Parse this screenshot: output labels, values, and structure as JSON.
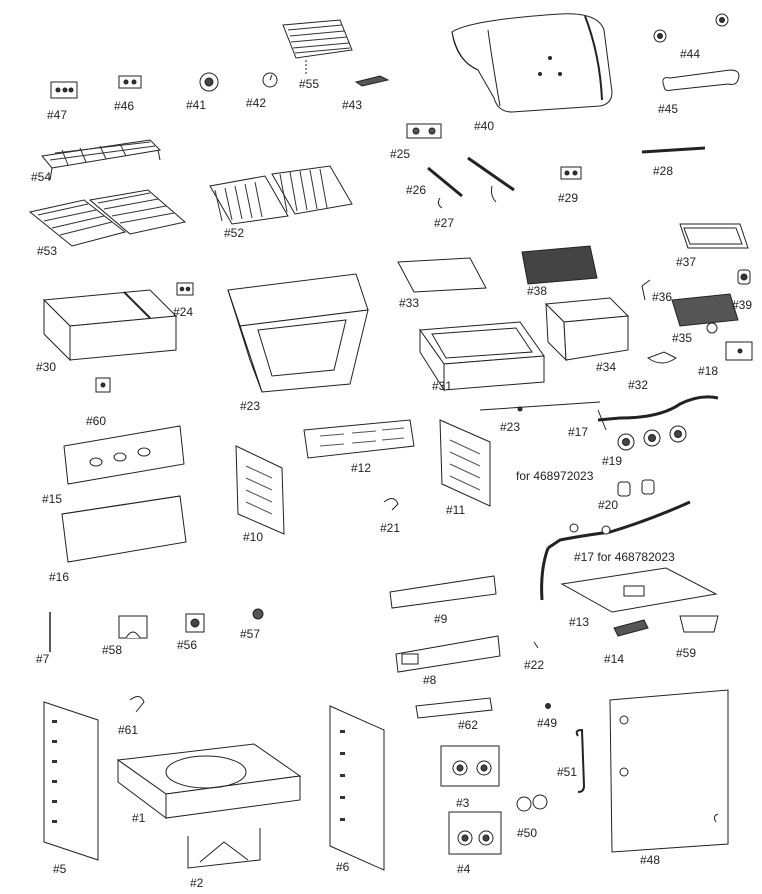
{
  "parts": [
    {
      "key": "p1",
      "label": "#1"
    },
    {
      "key": "p2",
      "label": "#2"
    },
    {
      "key": "p3",
      "label": "#3"
    },
    {
      "key": "p4",
      "label": "#4"
    },
    {
      "key": "p5",
      "label": "#5"
    },
    {
      "key": "p6",
      "label": "#6"
    },
    {
      "key": "p7",
      "label": "#7"
    },
    {
      "key": "p8",
      "label": "#8"
    },
    {
      "key": "p9",
      "label": "#9"
    },
    {
      "key": "p10",
      "label": "#10"
    },
    {
      "key": "p11",
      "label": "#11"
    },
    {
      "key": "p12",
      "label": "#12"
    },
    {
      "key": "p13",
      "label": "#13"
    },
    {
      "key": "p14",
      "label": "#14"
    },
    {
      "key": "p15",
      "label": "#15"
    },
    {
      "key": "p16",
      "label": "#16"
    },
    {
      "key": "p17a",
      "label": "#17"
    },
    {
      "key": "p17a_note",
      "label": "for 468972023"
    },
    {
      "key": "p17b",
      "label": "#17 for 468782023"
    },
    {
      "key": "p18",
      "label": "#18"
    },
    {
      "key": "p19",
      "label": "#19"
    },
    {
      "key": "p20",
      "label": "#20"
    },
    {
      "key": "p21",
      "label": "#21"
    },
    {
      "key": "p22",
      "label": "#22"
    },
    {
      "key": "p23a",
      "label": "#23"
    },
    {
      "key": "p23b",
      "label": "#23"
    },
    {
      "key": "p24",
      "label": "#24"
    },
    {
      "key": "p25",
      "label": "#25"
    },
    {
      "key": "p26",
      "label": "#26"
    },
    {
      "key": "p27",
      "label": "#27"
    },
    {
      "key": "p28",
      "label": "#28"
    },
    {
      "key": "p29",
      "label": "#29"
    },
    {
      "key": "p30",
      "label": "#30"
    },
    {
      "key": "p31",
      "label": "#31"
    },
    {
      "key": "p32",
      "label": "#32"
    },
    {
      "key": "p33",
      "label": "#33"
    },
    {
      "key": "p34",
      "label": "#34"
    },
    {
      "key": "p35",
      "label": "#35"
    },
    {
      "key": "p36",
      "label": "#36"
    },
    {
      "key": "p37",
      "label": "#37"
    },
    {
      "key": "p38",
      "label": "#38"
    },
    {
      "key": "p39",
      "label": "#39"
    },
    {
      "key": "p40",
      "label": "#40"
    },
    {
      "key": "p41",
      "label": "#41"
    },
    {
      "key": "p42",
      "label": "#42"
    },
    {
      "key": "p43",
      "label": "#43"
    },
    {
      "key": "p44",
      "label": "#44"
    },
    {
      "key": "p45",
      "label": "#45"
    },
    {
      "key": "p46",
      "label": "#46"
    },
    {
      "key": "p47",
      "label": "#47"
    },
    {
      "key": "p48",
      "label": "#48"
    },
    {
      "key": "p49",
      "label": "#49"
    },
    {
      "key": "p50",
      "label": "#50"
    },
    {
      "key": "p51",
      "label": "#51"
    },
    {
      "key": "p52",
      "label": "#52"
    },
    {
      "key": "p53",
      "label": "#53"
    },
    {
      "key": "p54",
      "label": "#54"
    },
    {
      "key": "p55",
      "label": "#55"
    },
    {
      "key": "p56",
      "label": "#56"
    },
    {
      "key": "p57",
      "label": "#57"
    },
    {
      "key": "p58",
      "label": "#58"
    },
    {
      "key": "p59",
      "label": "#59"
    },
    {
      "key": "p60",
      "label": "#60"
    },
    {
      "key": "p61",
      "label": "#61"
    },
    {
      "key": "p62",
      "label": "#62"
    }
  ],
  "colors": {
    "line": "#222222",
    "fill": "#ffffff",
    "shade": "#cfcfcf",
    "dark": "#333333"
  }
}
